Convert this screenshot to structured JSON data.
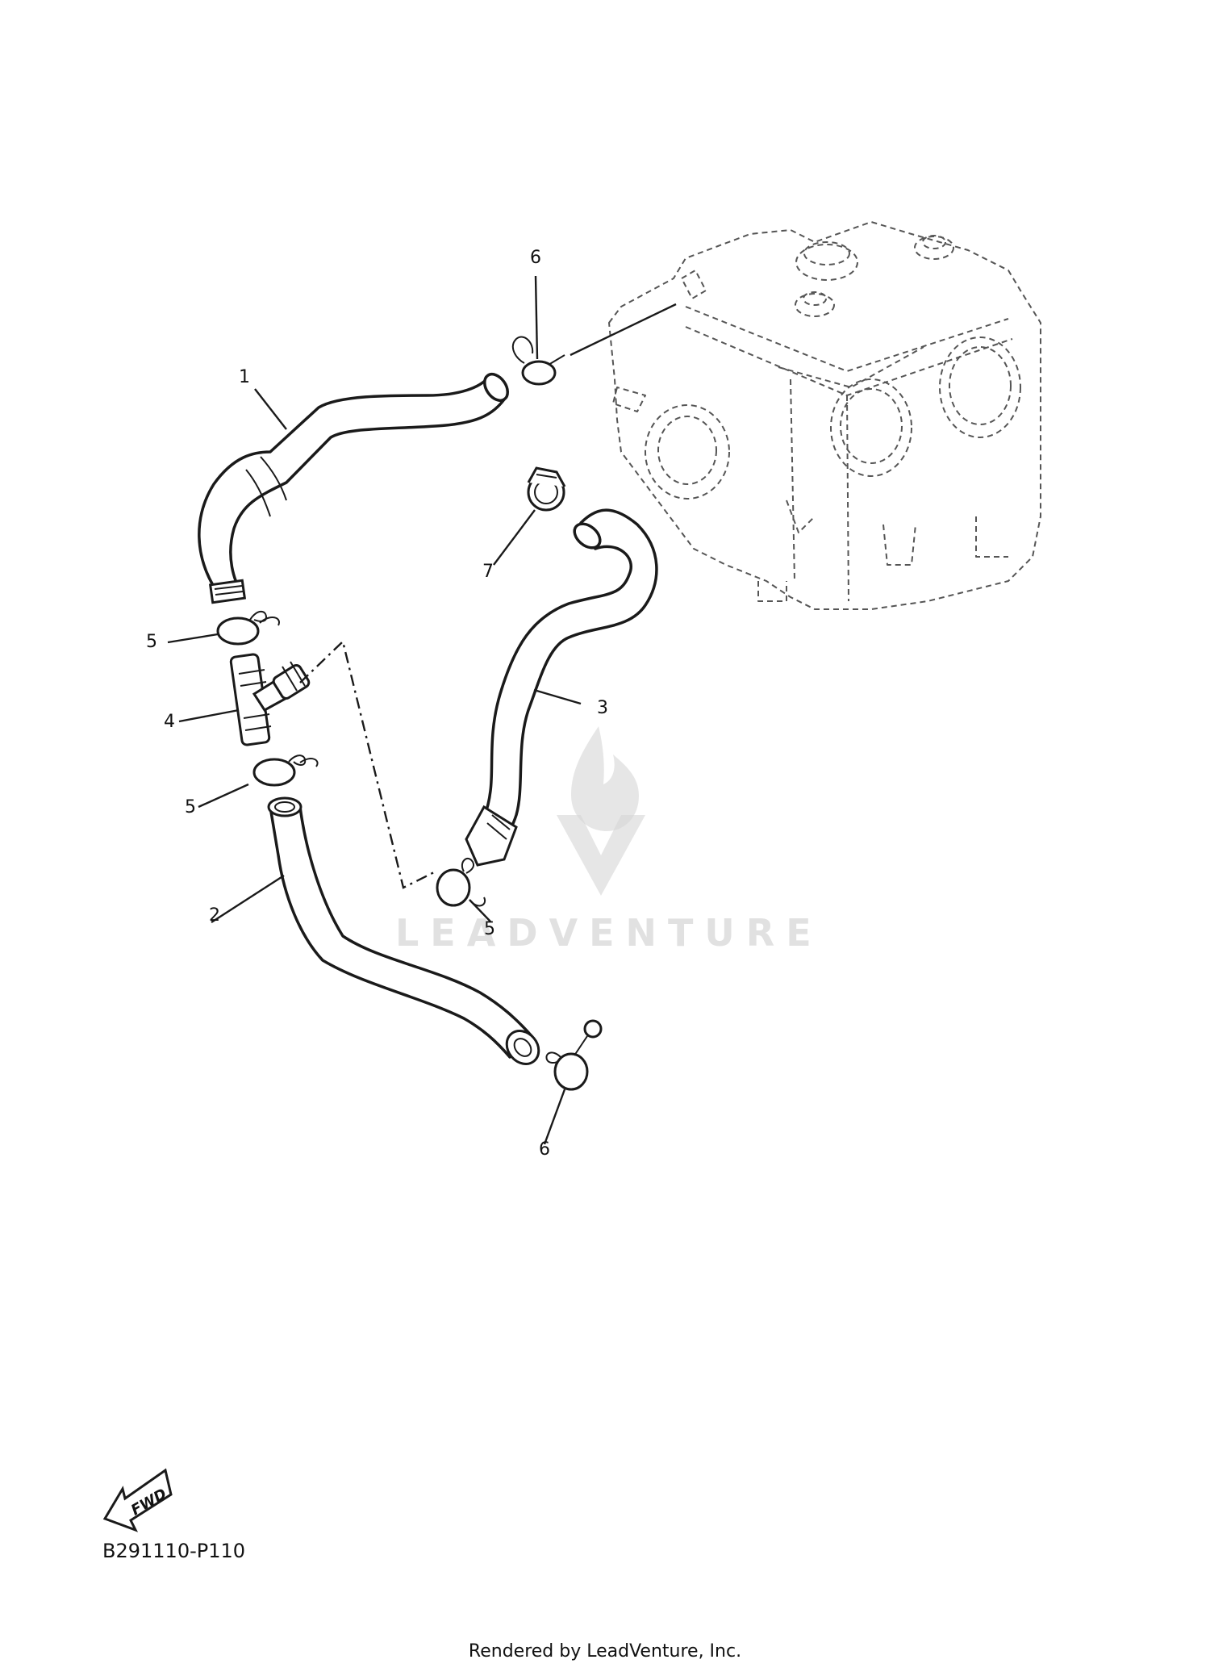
{
  "diagram": {
    "reference_code": "B291110-P110",
    "footer": "Rendered by LeadVenture, Inc.",
    "watermark": "LEADVENTURE",
    "fwd_label": "FWD",
    "callouts": [
      "1",
      "2",
      "3",
      "4",
      "5",
      "5",
      "5",
      "6",
      "6",
      "7"
    ]
  }
}
